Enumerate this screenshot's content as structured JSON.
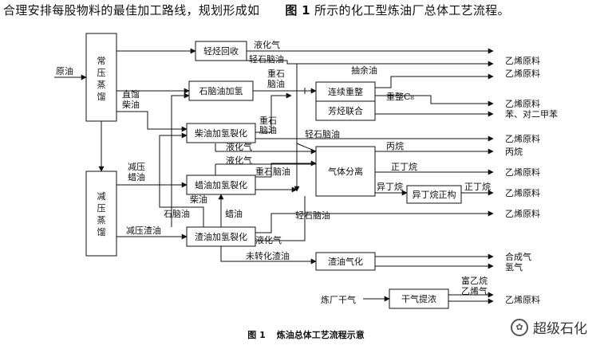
{
  "intro": {
    "text": "合理安排每股物料的最佳加工路线，规划形成如",
    "fig_ref": "图 1",
    "text2": "所示的化工型炼油厂总体工艺流程。"
  },
  "boxes": {
    "atmos": [
      "常",
      "压",
      "蒸",
      "馏"
    ],
    "vacuum": [
      "减",
      "压",
      "蒸",
      "馏"
    ],
    "light_hc": "轻烃回收",
    "naphtha_hydro": "石脑油加氢",
    "diesel_hc": "柴油加氢裂化",
    "wax_hc": "蜡油加氢裂化",
    "resid_hc": "渣油加氢裂化",
    "cont_reform": "连续重整",
    "aromatics": "芳烃联合",
    "gas_sep": "气体分离",
    "isomer": "异丁烷正构",
    "resid_gasif": "渣油气化",
    "dry_gas": "干气提浓"
  },
  "labels": {
    "crude": "原油",
    "lpg": "液化气",
    "light_naphtha": "轻石脑油",
    "heavy": "重石",
    "naphtha": "脑油",
    "straight": "直馏",
    "diesel_oil": "柴油",
    "raffinate": "抽余油",
    "heavy_reformate": "重整C₈",
    "light_naphtha2": "轻石脑油",
    "propylene": "丙烷",
    "propylene2": "丙烷",
    "nbutane": "正丁烷",
    "isobutane": "异丁烷",
    "nbutane2": "正丁烷",
    "lpg2": "液化气",
    "lpg3": "液化气",
    "heavy_naphtha3": "重石脑油",
    "vac": "减压",
    "wax_oil": "蜡油",
    "diesel_small": "柴油",
    "naphtha_small": "石脑油",
    "wax_small": "蜡油",
    "vac_resid": "减压渣油",
    "light_naphtha3": "轻石脑油",
    "lpg4": "液化气",
    "unconverted": "未转化渣油",
    "refinery_gas": "炼厂干气",
    "rich_ethane": "富乙烷",
    "ethylene_gas": "乙烯气"
  },
  "outputs": {
    "o1": "乙烯原料",
    "o2": "乙烯原料",
    "o3": "乙烯原料",
    "o4": "苯、对二甲苯",
    "o5": "乙烯原料",
    "o6": "丙烷",
    "o7": "乙烯原料",
    "o8": "乙烯原料",
    "o9": "乙烯原料",
    "o10": "合成气",
    "o11": "氢气",
    "o12": "乙烯原料"
  },
  "caption": {
    "num": "图 1",
    "title": "炼油总体工艺流程示意"
  },
  "watermark": "超级石化"
}
